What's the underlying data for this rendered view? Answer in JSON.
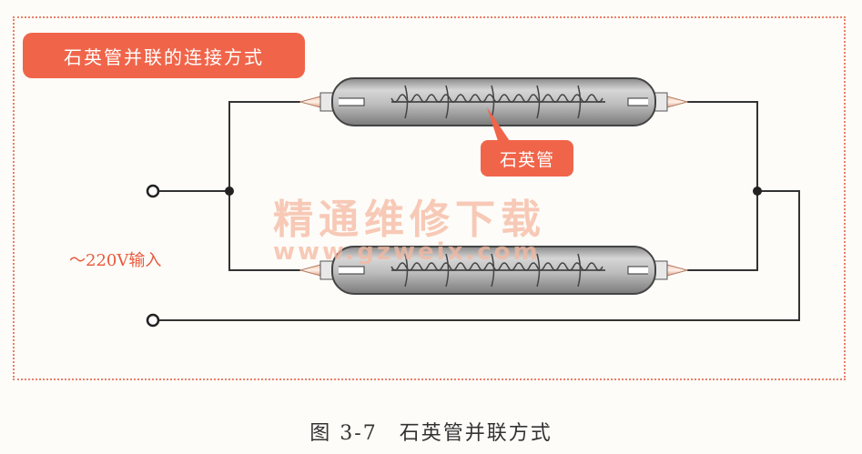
{
  "title": "石英管并联的连接方式",
  "tube_label": "石英管",
  "input_label": "～220V输入",
  "watermark": {
    "text": "精通维修下载",
    "url": "www.gzweix.com"
  },
  "caption": "图 3-7　石英管并联方式",
  "colors": {
    "accent": "#f0654a",
    "frame": "#e8806a",
    "wire": "#333333",
    "tube_glass": "#c9c9c9"
  }
}
